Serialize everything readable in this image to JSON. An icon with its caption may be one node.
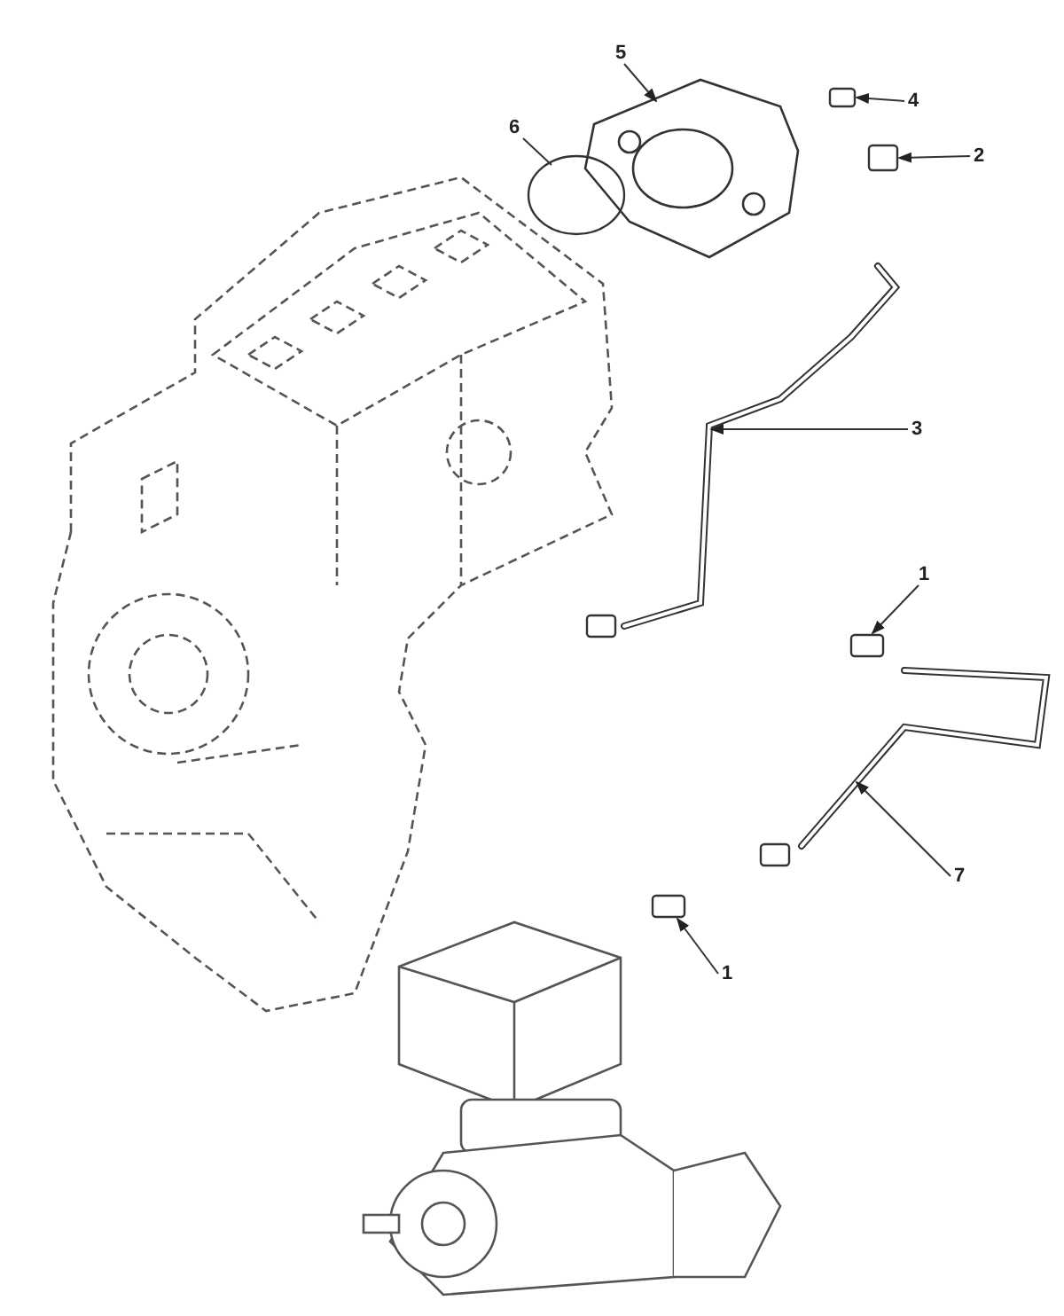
{
  "diagram": {
    "nodes": [
      {
        "text": [
          "5"
        ]
      },
      {
        "text": [
          "4"
        ]
      },
      {
        "text": [
          "6"
        ]
      },
      {
        "text": [
          "2"
        ]
      },
      {
        "text": [
          "3"
        ]
      },
      {
        "text": [
          "1"
        ]
      },
      {
        "text": [
          "7"
        ]
      },
      {
        "text": [
          "1"
        ]
      },
      {
        "text": [],
        "shape": "picture"
      },
      {
        "text": [],
        "shape": "box"
      },
      {
        "text": [],
        "shape": "circle"
      },
      {
        "text": [],
        "shape": "box"
      },
      {
        "text": [],
        "shape": "picture"
      },
      {
        "text": [],
        "shape": "box"
      },
      {
        "text": [],
        "shape": "picture"
      },
      {
        "text": [],
        "shape": "box"
      }
    ],
    "edges": [
      {
        "from": 0,
        "to": 8,
        "arrow": "to"
      },
      {
        "from": 1,
        "to": 9,
        "arrow": "to"
      },
      {
        "from": 2,
        "to": 10,
        "arrow": "none"
      },
      {
        "from": 3,
        "to": 11,
        "arrow": "to"
      },
      {
        "from": 4,
        "to": 12,
        "arrow": "to"
      },
      {
        "from": 5,
        "to": 13,
        "arrow": "to"
      },
      {
        "from": 6,
        "to": 14,
        "arrow": "to"
      },
      {
        "from": 7,
        "to": 15,
        "arrow": "to"
      }
    ]
  }
}
